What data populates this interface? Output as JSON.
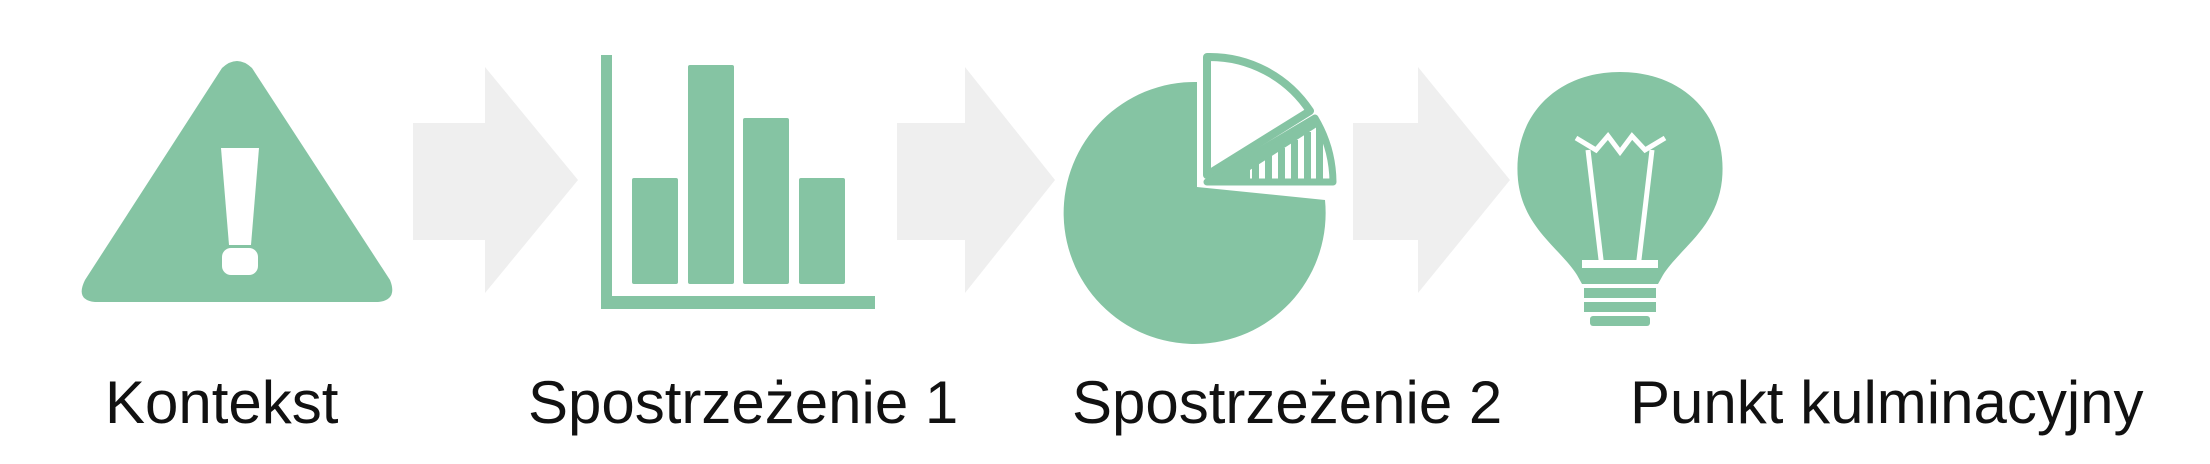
{
  "steps": [
    {
      "label": "Kontekst",
      "icon": "warning-triangle-icon"
    },
    {
      "label": "Spostrzeżenie 1",
      "icon": "bar-chart-icon"
    },
    {
      "label": "Spostrzeżenie 2",
      "icon": "pie-chart-icon"
    },
    {
      "label": "Punkt kulminacyjny",
      "icon": "lightbulb-icon"
    }
  ],
  "connector_icon": "arrow-right-icon",
  "colors": {
    "icon": "#85c4a3",
    "arrow": "#efefef",
    "text": "#111111",
    "background": "#ffffff"
  }
}
